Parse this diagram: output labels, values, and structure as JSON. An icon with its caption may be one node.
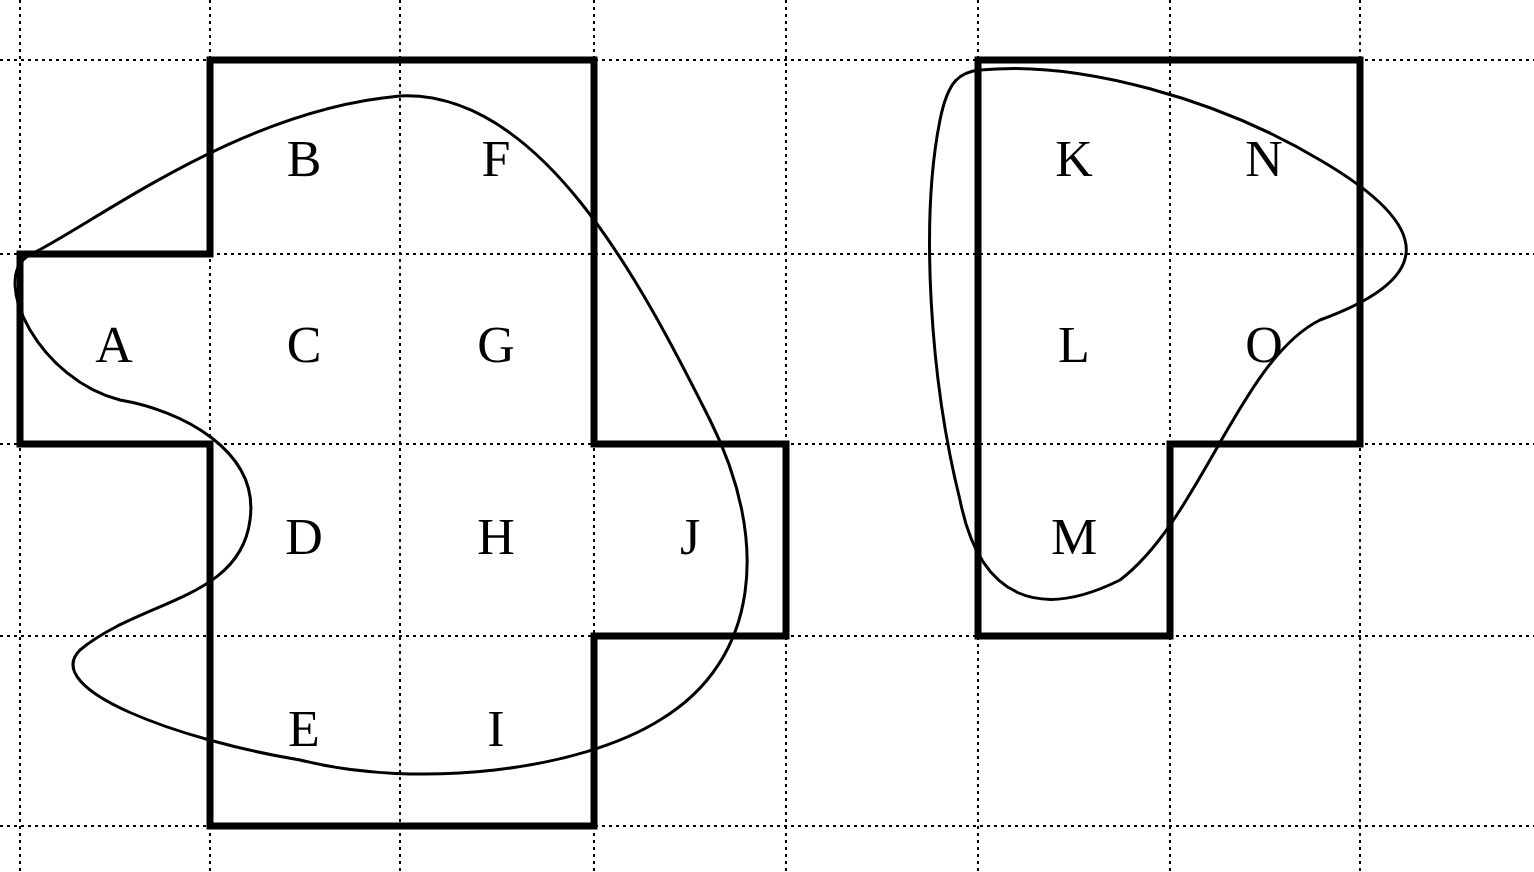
{
  "diagram": {
    "labels": [
      "B",
      "F",
      "K",
      "N",
      "A",
      "C",
      "G",
      "L",
      "O",
      "D",
      "H",
      "J",
      "M",
      "E",
      "I"
    ]
  }
}
